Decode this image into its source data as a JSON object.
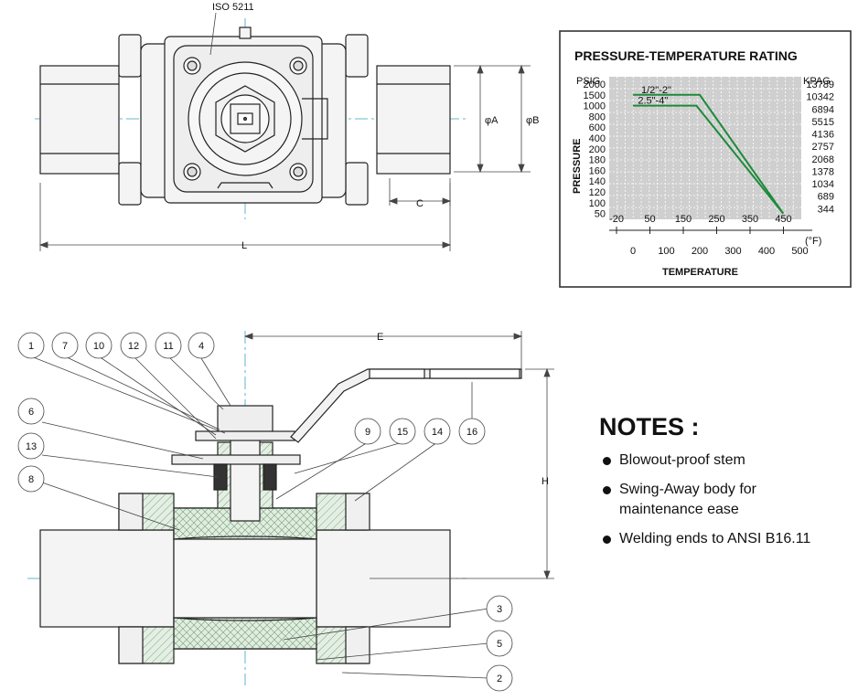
{
  "top_view": {
    "iso_label": "ISO 5211",
    "dim_phi_a": "φA",
    "dim_phi_b": "φB",
    "dim_c": "C",
    "dim_l": "L"
  },
  "section_view": {
    "dim_e": "E",
    "dim_h": "H",
    "part_numbers": [
      "1",
      "7",
      "10",
      "12",
      "11",
      "4",
      "6",
      "13",
      "8",
      "9",
      "15",
      "14",
      "16",
      "3",
      "5",
      "2"
    ]
  },
  "rating_chart": {
    "title": "PRESSURE-TEMPERATURE RATING",
    "y_unit_left": "PSIG",
    "y_unit_right": "KPAG",
    "y_axis_title": "PRESSURE",
    "x_axis_title": "TEMPERATURE",
    "x_unit_f": "(°F)"
  },
  "chart_data": {
    "type": "line",
    "title": "PRESSURE-TEMPERATURE RATING",
    "xlabel": "TEMPERATURE",
    "ylabel": "PRESSURE",
    "psig_ticks": [
      "2000",
      "1500",
      "1000",
      "800",
      "600",
      "400",
      "200",
      "180",
      "160",
      "140",
      "120",
      "100",
      "50"
    ],
    "kpag_ticks": [
      "13789",
      "10342",
      "6894",
      "5515",
      "4136",
      "2757",
      "2068",
      "1378",
      "1034",
      "689",
      "344"
    ],
    "psig_ticks_displayed": [
      "2000",
      "1500",
      "1000",
      "800",
      "600",
      "400",
      "200",
      "180",
      "160",
      "140",
      "120",
      "100",
      "50"
    ],
    "celsius_ticks": [
      "-20",
      "50",
      "150",
      "250",
      "350",
      "450"
    ],
    "fahrenheit_ticks": [
      "0",
      "100",
      "200",
      "300",
      "400",
      "500"
    ],
    "series": [
      {
        "name": "1/2\"-2\"",
        "x_f": [
          0,
          200,
          450
        ],
        "y_psig": [
          1500,
          1500,
          50
        ],
        "color": "#1e8a3a"
      },
      {
        "name": "2.5\"-4\"",
        "x_f": [
          0,
          190,
          450
        ],
        "y_psig": [
          1000,
          1000,
          50
        ],
        "color": "#1e8a3a"
      }
    ]
  },
  "notes": {
    "heading": "NOTES :",
    "items": [
      {
        "line1": "Blowout-proof stem",
        "line2": ""
      },
      {
        "line1": "Swing-Away body for",
        "line2": "maintenance ease"
      },
      {
        "line1": "Welding ends to ANSI B16.11",
        "line2": ""
      }
    ]
  }
}
